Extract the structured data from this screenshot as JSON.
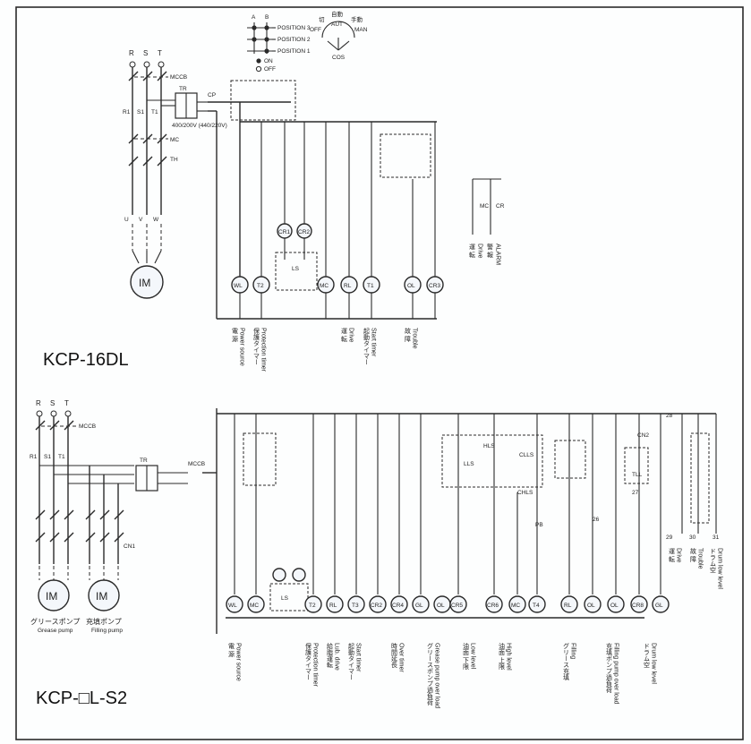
{
  "upper": {
    "model": "KCP-16DL",
    "selector_positions": [
      "POSITION 3",
      "POSITION 2",
      "POSITION 1"
    ],
    "selector_letters": [
      "A",
      "B"
    ],
    "on_label": "ON",
    "off_label": "OFF",
    "cos_positions": [
      "切",
      "自動",
      "手動"
    ],
    "cos_positions_en": [
      "OFF",
      "AUT",
      "MAN"
    ],
    "cos_label": "COS",
    "phases": [
      "R",
      "S",
      "T"
    ],
    "phases_load": [
      "R1",
      "S1",
      "T1"
    ],
    "outputs": [
      "U",
      "V",
      "W"
    ],
    "mccb": "MCCB",
    "tr": "TR",
    "tr_voltage": "400/200V (440/220V)",
    "mc": "MC",
    "th": "TH",
    "cp": "CP",
    "motor": "IM",
    "coils": [
      "WL",
      "T2",
      "MC",
      "RL",
      "T1",
      "OL",
      "CR3"
    ],
    "alarm_coils": [
      "MC",
      "CR"
    ],
    "labels": [
      {
        "jp": "電 源",
        "en": "Power source"
      },
      {
        "jp": "保護タイマー",
        "en": "Protection timer"
      },
      {
        "jp": "運 転",
        "en": "Drive"
      },
      {
        "jp": "起動タイマー",
        "en": "Start timer"
      },
      {
        "jp": "故 障",
        "en": "Trouble"
      }
    ],
    "alarm_labels": [
      {
        "jp": "運 転",
        "en": "Drive"
      },
      {
        "jp": "警 報",
        "en": "ALARM"
      }
    ]
  },
  "lower": {
    "model": "KCP-□L-S2",
    "phases": [
      "R",
      "S",
      "T"
    ],
    "phases_load": [
      "R1",
      "S1",
      "T1"
    ],
    "mccb": "MCCB",
    "tr": "TR",
    "motors": [
      {
        "name": "IM",
        "jp": "グリースポンプ",
        "en": "Grease pump"
      },
      {
        "name": "IM",
        "jp": "充填ポンプ",
        "en": "Filling pump"
      }
    ],
    "coils": [
      "WL",
      "MC",
      "T2",
      "RL",
      "T3",
      "CR2",
      "CR4",
      "GL",
      "OL",
      "CR5",
      "CR6",
      "MC",
      "T4",
      "RL",
      "OL",
      "OL",
      "CR8",
      "GL"
    ],
    "labels": [
      {
        "jp": "電 源",
        "en": "Power source"
      },
      {
        "jp": "保護タイマー",
        "en": "Protection timer"
      },
      {
        "jp": "給脂運転",
        "en": "Lub. drive"
      },
      {
        "jp": "起動タイマー",
        "en": "Start timer"
      },
      {
        "jp": "時間延長",
        "en": "Over timer"
      },
      {
        "jp": "グリースポンプ過負荷",
        "en": "Grease pump over load"
      },
      {
        "jp": "油面 下限",
        "en": "Low level"
      },
      {
        "jp": "油面 上限",
        "en": "High level"
      },
      {
        "jp": "グリース充填",
        "en": "Filling"
      },
      {
        "jp": "充填ポンプ過負荷",
        "en": "Filling pump over load"
      },
      {
        "jp": "ドラム空",
        "en": "Drum low level"
      }
    ],
    "side_labels": [
      {
        "jp": "運 転",
        "en": "Drive"
      },
      {
        "jp": "故 障",
        "en": "Trouble"
      },
      {
        "jp": "ドラム空",
        "en": "Drum low level"
      }
    ],
    "switches": [
      "LLS",
      "HLS",
      "CLLS",
      "CHLS",
      "TLL",
      "CN2",
      "CN1",
      "PB"
    ],
    "terminals": [
      "28",
      "29",
      "30",
      "31",
      "27",
      "26"
    ]
  }
}
